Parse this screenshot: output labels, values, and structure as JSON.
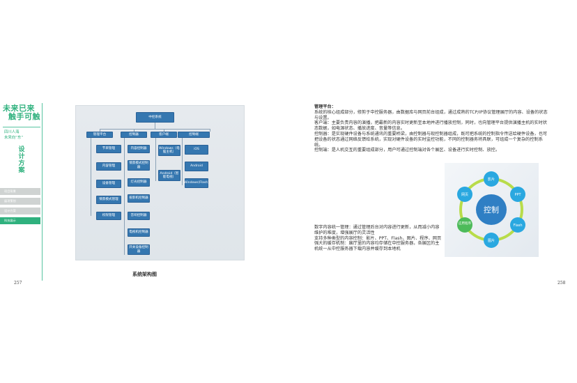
{
  "sidebar": {
    "brand_line1": "未来已来",
    "brand_line2": "触手可触",
    "slogan_line1": "四川人海",
    "slogan_line2": "未来向“东”",
    "vertical_title": [
      "设",
      "计",
      "方",
      "案"
    ],
    "menu": [
      "项目背景",
      "展项策划",
      "设计方案",
      "科技展示"
    ],
    "active_index": 3
  },
  "page_left_number": "257",
  "page_right_number": "258",
  "diagram": {
    "root": "中控系统",
    "level1": [
      "管理平台",
      "控制器",
      "客户端",
      "控制端"
    ],
    "col_manage": [
      "节目管理",
      "内容管理",
      "设备管理",
      "情景模式管理",
      "权限管理"
    ],
    "col_controller": [
      "内容控制器",
      "情景模式控制器",
      "灯光控制器",
      "投影机控制器",
      "音响控制器",
      "电视机控制器",
      "开关设备控制器"
    ],
    "col_client": [
      "Windows（电脑主机）",
      "Android（智能电视）"
    ],
    "col_terminal": [
      "iOS",
      "Android",
      "Windows(Flash)"
    ],
    "caption": "系统架构图"
  },
  "right_text": {
    "heading": "管理平台：",
    "paragraphs": [
      "系统的核心组成部分，修剪于中控服务器，由数据库与网页前台组成，通过成熟的TCP/IP协议管理展厅的内容、设备的状态与设置。",
      "客户端：主要负责内容的演播，把最新的内容实时更新至本地并进行播放控制，同时，也向管理平台提供演播主机的实时状态数据，如电源状态、播放进度、音量等信息。",
      "控制器：是实现硬件设备与系统通讯的重要桥梁，由控制器与现控制器组成，既可把系统的控制指令传送给硬件设备，也可把设备的状态通过网络反馈给系统，实现对硬件设备的实时监控功能，不同的控制器务将具联，可组成一个复杂的控制系统。",
      "控制端：是人机交互的重要组成部分，用户可通过控制端对各个展区、设备进行实时控制、放控。"
    ]
  },
  "lower_text": [
    "数字内容统一管理：通过管理后台对内容进行更新，从而减小内容维护的难度，增强展厅的灵活性",
    "支持多种类型的内容控制：影片、PPT、Flash、图片、程序、网页",
    "强大的缓存机制：展厅里的内容均存储在中控服务器，各展区的主机统一从中控服务器下载内容并缓存到本地机"
  ],
  "cycle": {
    "center": "控制",
    "items": [
      "影片",
      "PPT",
      "Flash",
      "图片",
      "应用程序",
      "网页"
    ],
    "colors": [
      "#2aa8e0",
      "#2aa8e0",
      "#2aa8e0",
      "#2aa8e0",
      "#4dbb5a",
      "#2aa8e0"
    ]
  },
  "colors": {
    "accent_green": "#2fb17e",
    "node_blue": "#3577b0"
  }
}
